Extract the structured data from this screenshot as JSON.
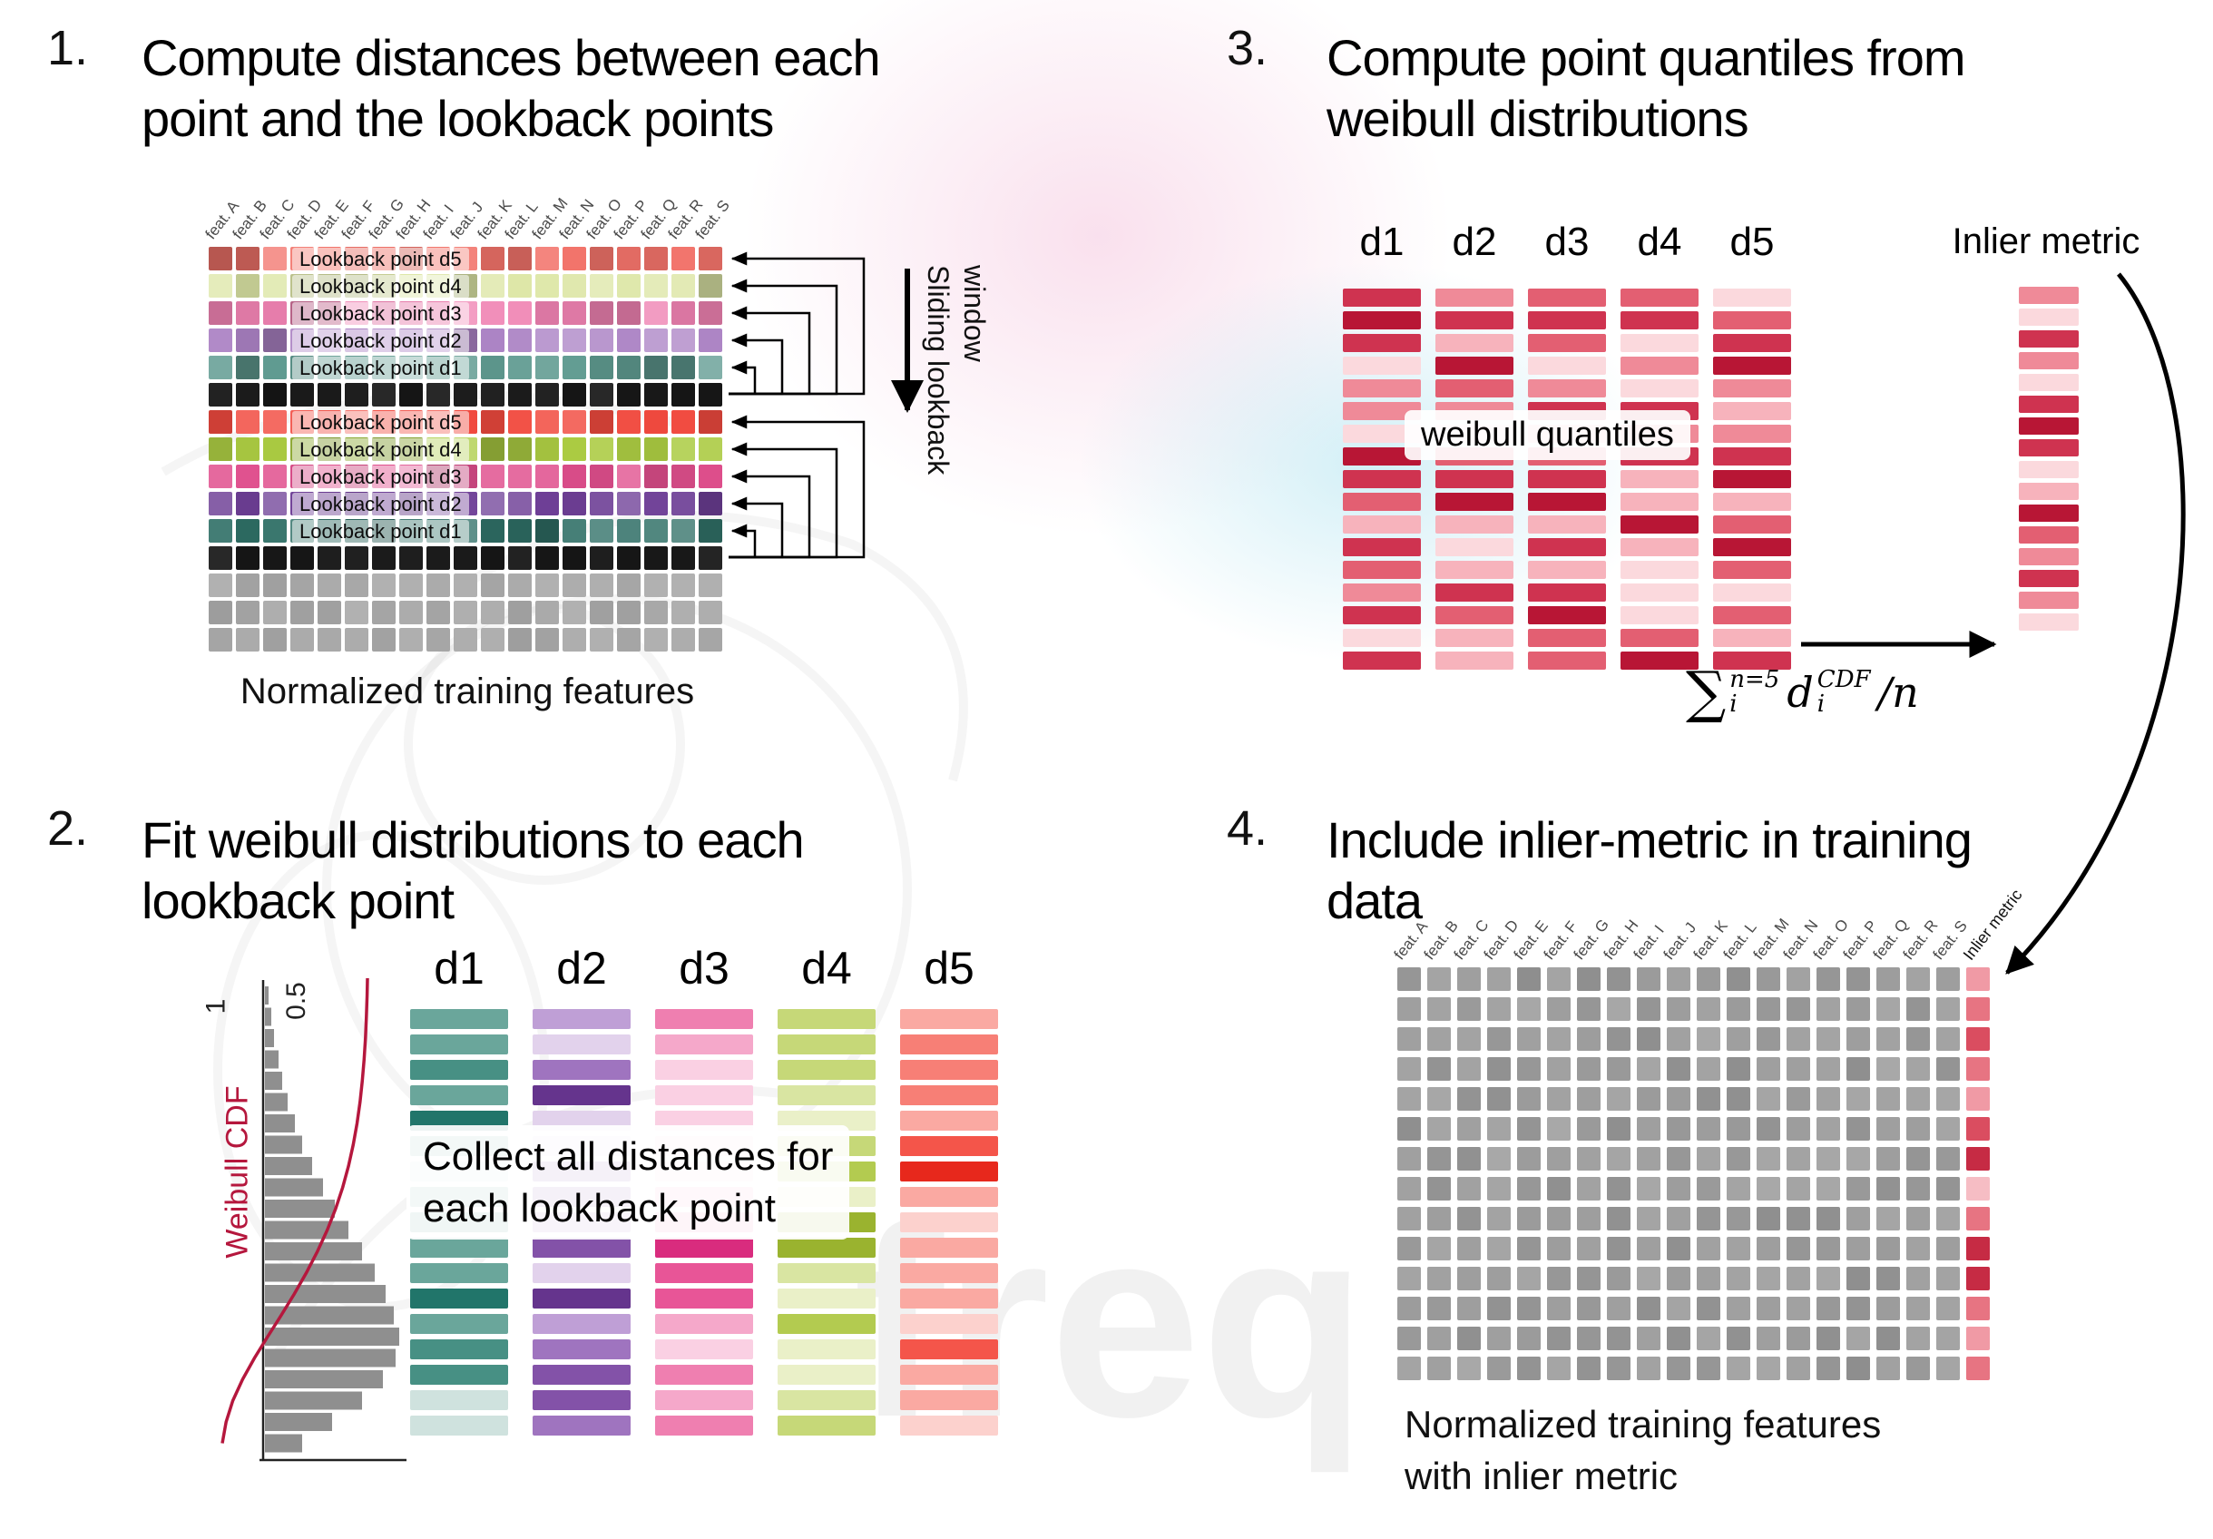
{
  "colors": {
    "arrow": "#000000",
    "curve": "#b5173d",
    "axis": "#222222",
    "histogram_bar": "#8f8f8f"
  },
  "watermark": {
    "text": "freq"
  },
  "step1": {
    "number": "1.",
    "title_lines": [
      "Compute distances between each",
      "point and the lookback points"
    ],
    "feature_labels": [
      "feat. A",
      "feat. B",
      "feat. C",
      "feat. D",
      "feat. E",
      "feat. F",
      "feat. G",
      "feat. H",
      "feat. I",
      "feat. J",
      "feat. K",
      "feat. L",
      "feat. M",
      "feat. N",
      "feat. O",
      "feat. P",
      "feat. Q",
      "feat. R",
      "feat. S"
    ],
    "rows": [
      {
        "color": "#f2736a",
        "label": "Lookback point d5"
      },
      {
        "color": "#dde6a6",
        "label": "Lookback point d4"
      },
      {
        "color": "#ef82b2",
        "label": "Lookback point d3"
      },
      {
        "color": "#ab82c4",
        "label": "Lookback point d2"
      },
      {
        "color": "#5f9a90",
        "label": "Lookback point d1"
      },
      {
        "color": "#161616"
      },
      {
        "color": "#f14a3f",
        "label": "Lookback point d5"
      },
      {
        "color": "#abcb42",
        "label": "Lookback point d4"
      },
      {
        "color": "#e04f8d",
        "label": "Lookback point d3"
      },
      {
        "color": "#6e3f96",
        "label": "Lookback point d2"
      },
      {
        "color": "#2f6f66",
        "label": "Lookback point d1"
      },
      {
        "color": "#161616"
      },
      {
        "color": "#ababab"
      },
      {
        "color": "#ababab"
      },
      {
        "color": "#ababab"
      }
    ],
    "sliding_label_lines": [
      "Sliding lookback",
      "window"
    ],
    "caption": "Normalized training features"
  },
  "step2": {
    "number": "2.",
    "title_lines": [
      "Fit weibull distributions to each",
      "lookback point"
    ],
    "weibull_plot": {
      "ylabel": "Weibull CDF",
      "tick_1": "1",
      "tick_05": "0.5",
      "bar_fracs": [
        0.03,
        0.05,
        0.07,
        0.1,
        0.13,
        0.17,
        0.22,
        0.28,
        0.35,
        0.43,
        0.52,
        0.62,
        0.72,
        0.82,
        0.9,
        0.96,
        1.0,
        0.97,
        0.88,
        0.72,
        0.5,
        0.28
      ]
    },
    "columns": [
      {
        "header": "d1",
        "palette": [
          "#cfe2de",
          "#9cc2bb",
          "#6aa69b",
          "#479084",
          "#21756a"
        ]
      },
      {
        "header": "d2",
        "palette": [
          "#e2d2ec",
          "#bf9fd6",
          "#9f74bf",
          "#8352a8",
          "#65348d"
        ]
      },
      {
        "header": "d3",
        "palette": [
          "#fad0e3",
          "#f5a8ca",
          "#ef7fb0",
          "#e85597",
          "#d92c7e"
        ]
      },
      {
        "header": "d4",
        "palette": [
          "#eaf0c8",
          "#d9e5a2",
          "#c6d878",
          "#b3cb50",
          "#9ab32f"
        ]
      },
      {
        "header": "d5",
        "palette": [
          "#fcd1cd",
          "#faa9a2",
          "#f77f76",
          "#f4554a",
          "#e7281c"
        ]
      }
    ],
    "overlay_lines": [
      "Collect all distances for",
      "each lookback point"
    ]
  },
  "step3": {
    "number": "3.",
    "title_lines": [
      "Compute point quantiles from",
      "weibull distributions"
    ],
    "headers": [
      "d1",
      "d2",
      "d3",
      "d4",
      "d5"
    ],
    "palette": [
      "#fbd9dd",
      "#f7b3bc",
      "#ef8a98",
      "#e35f72",
      "#cf3350",
      "#b81635"
    ],
    "overlay": "weibull quantiles",
    "inlier_header": "Inlier metric",
    "inlier_palette": [
      "#fbd9dd",
      "#f7b3bc",
      "#ef8a98",
      "#e35f72",
      "#cf3350",
      "#b81635"
    ],
    "formula": {
      "sum": "∑",
      "sum_sup": "n=5",
      "sum_sub": "i",
      "term": "d",
      "term_sup": "CDF",
      "term_sub": "i",
      "divisor": "/n"
    }
  },
  "step4": {
    "number": "4.",
    "title_lines": [
      "Include inlier-metric in training",
      "data"
    ],
    "feature_labels": [
      "feat. A",
      "feat. B",
      "feat. C",
      "feat. D",
      "feat. E",
      "feat. F",
      "feat. G",
      "feat. H",
      "feat. I",
      "feat. J",
      "feat. K",
      "feat. L",
      "feat. M",
      "feat. N",
      "feat. O",
      "feat. P",
      "feat. Q",
      "feat. R",
      "feat. S"
    ],
    "inlier_label": "Inlier metric",
    "grid": {
      "rows": 14,
      "cols_total": 20,
      "cell_color": "#9e9e9e"
    },
    "inlier_palette": [
      "#f6bdc4",
      "#f09aa5",
      "#e77482",
      "#da4d60",
      "#c62b44"
    ],
    "caption_lines": [
      "Normalized training features",
      "with inlier metric"
    ]
  }
}
